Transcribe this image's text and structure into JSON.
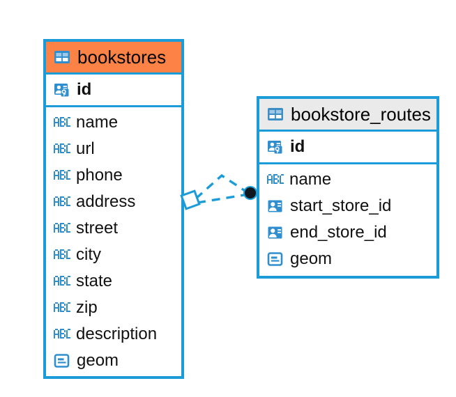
{
  "diagram": {
    "type": "entity-relationship-diagram",
    "background": "#ffffff",
    "colors": {
      "border": "#1b9cd8",
      "header_accent": "#fc8245",
      "header_neutral": "#eaeaea",
      "icon_blue": "#2f8fce",
      "text": "#000000",
      "relationship_line": "#1b9cd8",
      "relationship_dot": "#10161d"
    },
    "entities": [
      {
        "id": "bookstores",
        "name": "bookstores",
        "header_icon": "table-icon",
        "header_style": "accent-orange",
        "primary_keys": [
          {
            "name": "id",
            "icon": "primary-key-icon",
            "type": "pk"
          }
        ],
        "fields": [
          {
            "name": "name",
            "icon": "text-abc-icon",
            "type": "text"
          },
          {
            "name": "url",
            "icon": "text-abc-icon",
            "type": "text"
          },
          {
            "name": "phone",
            "icon": "text-abc-icon",
            "type": "text"
          },
          {
            "name": "address",
            "icon": "text-abc-icon",
            "type": "text"
          },
          {
            "name": "street",
            "icon": "text-abc-icon",
            "type": "text"
          },
          {
            "name": "city",
            "icon": "text-abc-icon",
            "type": "text"
          },
          {
            "name": "state",
            "icon": "text-abc-icon",
            "type": "text"
          },
          {
            "name": "zip",
            "icon": "text-abc-icon",
            "type": "text"
          },
          {
            "name": "description",
            "icon": "text-abc-icon",
            "type": "text"
          },
          {
            "name": "geom",
            "icon": "geometry-icon",
            "type": "geometry"
          }
        ]
      },
      {
        "id": "bookstore_routes",
        "name": "bookstore_routes",
        "header_icon": "table-icon",
        "header_style": "accent-gray",
        "primary_keys": [
          {
            "name": "id",
            "icon": "primary-key-icon",
            "type": "pk"
          }
        ],
        "fields": [
          {
            "name": "name",
            "icon": "text-abc-icon",
            "type": "text"
          },
          {
            "name": "start_store_id",
            "icon": "foreign-key-icon",
            "type": "fk"
          },
          {
            "name": "end_store_id",
            "icon": "foreign-key-icon",
            "type": "fk"
          },
          {
            "name": "geom",
            "icon": "geometry-icon",
            "type": "geometry"
          }
        ]
      }
    ],
    "relationship": {
      "name": "bookstores-to-bookstore_routes",
      "style": "dashed",
      "source_marker": "diamond-marker",
      "target_marker": "filled-dot-marker",
      "source_entity": "bookstores",
      "target_entity": "bookstore_routes"
    }
  }
}
